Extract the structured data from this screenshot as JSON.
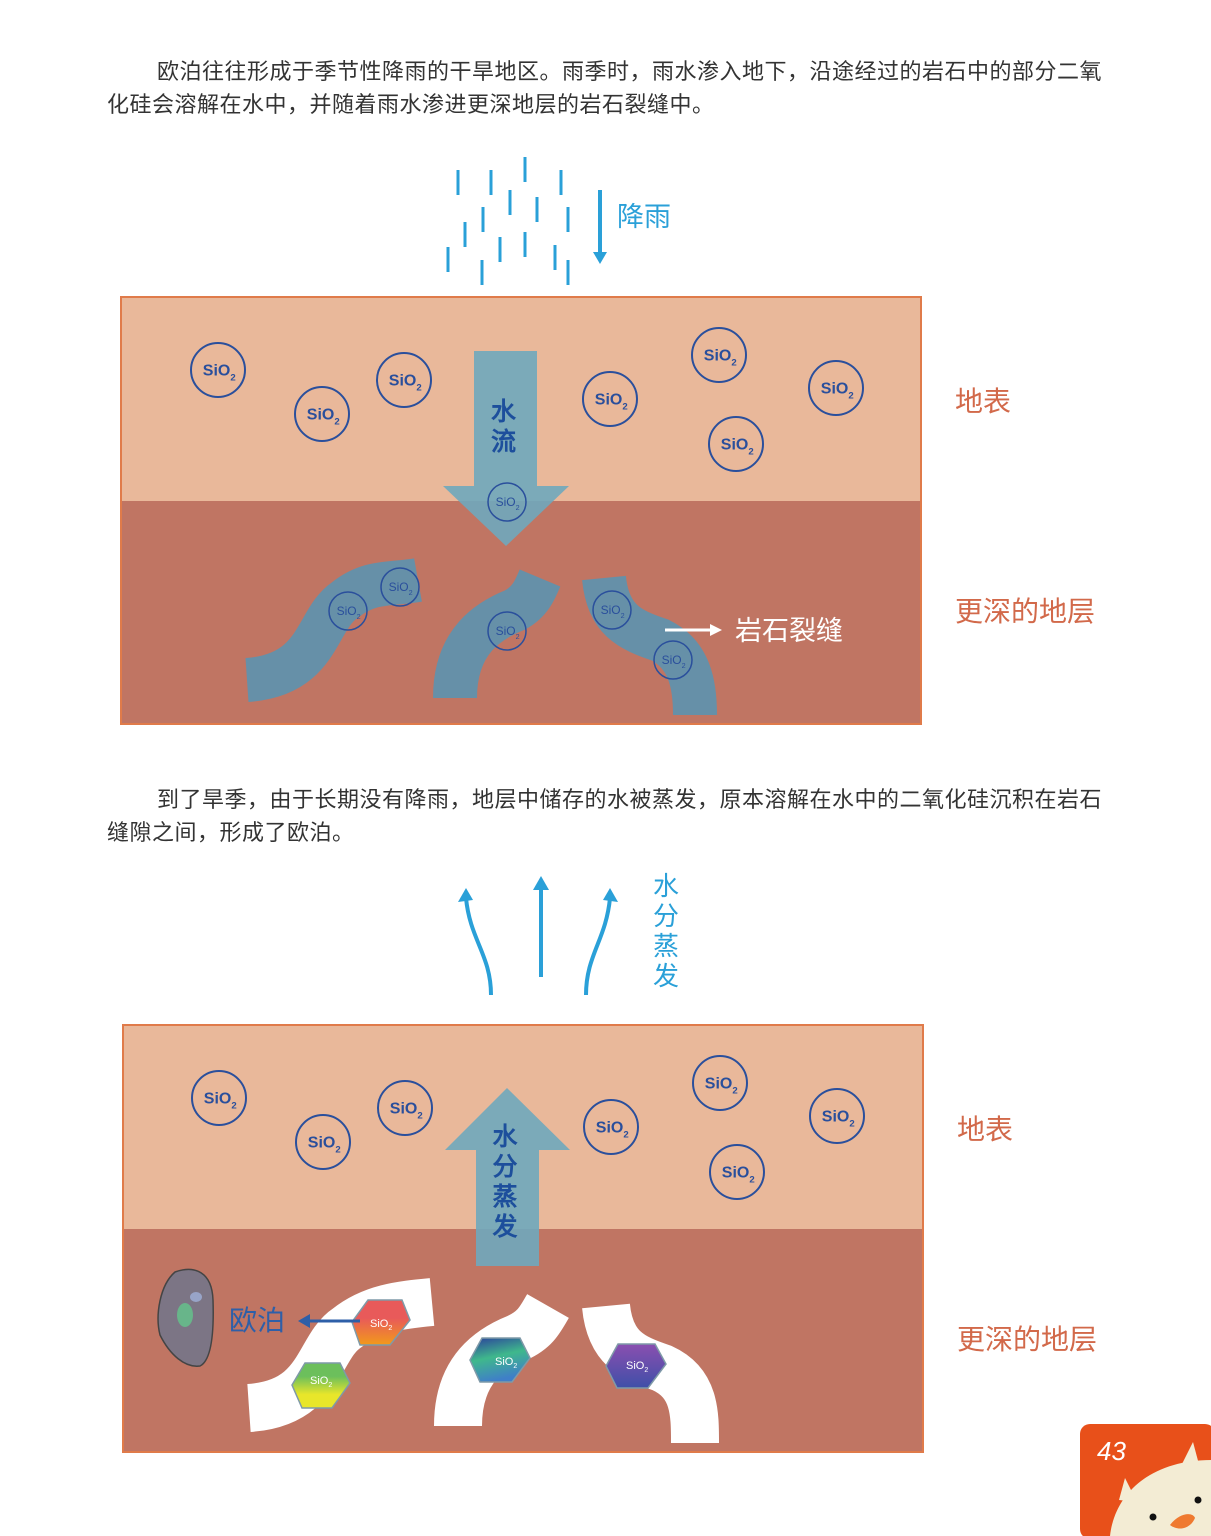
{
  "paragraphs": [
    "欧泊往往形成于季节性降雨的干旱地区。雨季时，雨水渗入地下，沿途经过的岩石中的部分二氧化硅会溶解在水中，并随着雨水渗进更深地层的岩石裂缝中。",
    "到了旱季，由于长期没有降雨，地层中储存的水被蒸发，原本溶解在水中的二氧化硅沉积在岩石缝隙之间，形成了欧泊。"
  ],
  "molecule": {
    "base": "SiO",
    "sub": "2"
  },
  "diagram1": {
    "rain_label": "降雨",
    "flow_label": "水流",
    "surface_label": "地表",
    "deep_label": "更深的地层",
    "crack_label": "岩石裂缝"
  },
  "diagram2": {
    "evaporation_label": "水分蒸发",
    "arrow_label": "水分蒸发",
    "surface_label": "地表",
    "deep_label": "更深的地层",
    "opal_label": "欧泊"
  },
  "colors": {
    "surface": "#e9b89a",
    "deep": "#c07563",
    "water": "#6fa9bd",
    "rain": "#2aa0d8",
    "label": "#d2694a",
    "molecule": "#2a4f9c"
  },
  "page_number": "43"
}
